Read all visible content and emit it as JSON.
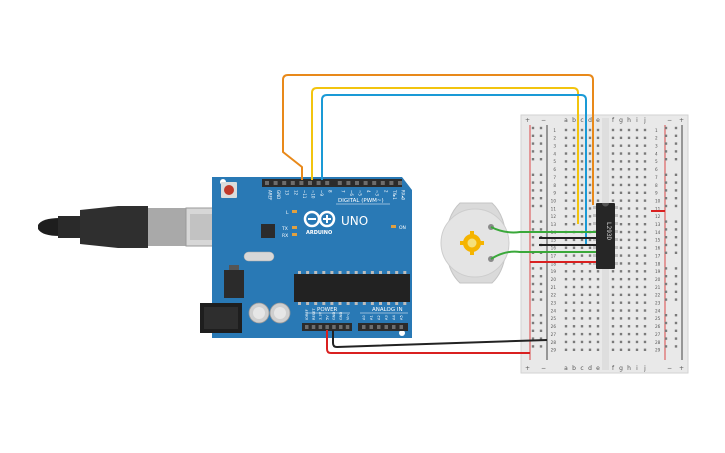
{
  "arduino": {
    "brand": "ARDUINO",
    "model": "UNO",
    "digital_label": "DIGITAL (PWM~)",
    "power_label": "POWER",
    "analog_label": "ANALOG IN",
    "led_l": "L",
    "led_tx": "TX",
    "led_rx": "RX",
    "on_label": "ON",
    "header_top_pins": [
      "AREF",
      "GND",
      "13",
      "12",
      "~11",
      "~10",
      "~9",
      "8",
      "7",
      "~6",
      "~5",
      "4",
      "~3",
      "2",
      "TX▸1",
      "RX◂0"
    ],
    "header_power_pins": [
      "IOREF",
      "RESET",
      "3.3V",
      "5V",
      "GND",
      "GND",
      "Vin"
    ],
    "header_analog_pins": [
      "A0",
      "A1",
      "A2",
      "A3",
      "A4",
      "A5"
    ],
    "colors": {
      "board": "#2979b5",
      "header": "#2b2b2b",
      "reset": "#c0392b"
    }
  },
  "breadboard": {
    "col_letters_left": [
      "a",
      "b",
      "c",
      "d",
      "e"
    ],
    "col_letters_right": [
      "f",
      "g",
      "h",
      "i",
      "j"
    ],
    "row_numbers": [
      "1",
      "2",
      "3",
      "4",
      "5",
      "6",
      "7",
      "8",
      "9",
      "10",
      "11",
      "12",
      "13",
      "14",
      "15",
      "16",
      "17",
      "18",
      "19",
      "20",
      "21",
      "22",
      "23",
      "24",
      "25",
      "26",
      "27",
      "28",
      "29"
    ],
    "rail_plus": "+",
    "rail_minus": "−"
  },
  "chip": {
    "label": "L293D"
  },
  "motor": {
    "icon": "dc-motor-icon"
  },
  "usb": {
    "icon": "usb-cable-icon"
  },
  "wire_colors": {
    "orange": "#e8891a",
    "yellow": "#f2c40f",
    "blue": "#1a9ad6",
    "green": "#3aa83a",
    "black": "#222222",
    "red": "#d92020"
  }
}
